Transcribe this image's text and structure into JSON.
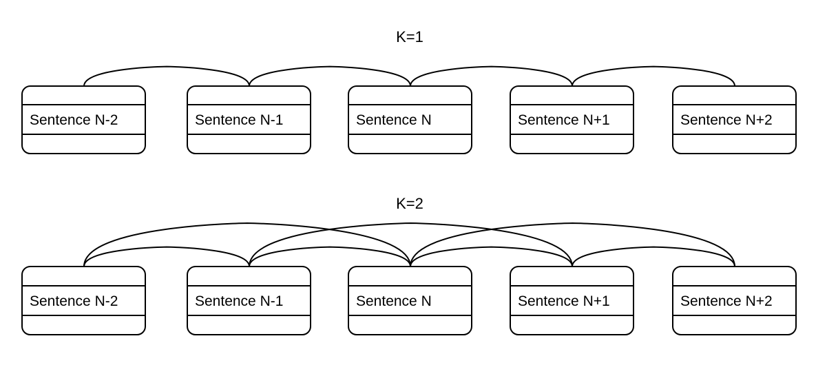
{
  "panels": [
    {
      "title": "K=1",
      "sentences": [
        "Sentence N-2",
        "Sentence N-1",
        "Sentence N",
        "Sentence N+1",
        "Sentence N+2"
      ],
      "links": [
        [
          0,
          1
        ],
        [
          1,
          2
        ],
        [
          2,
          3
        ],
        [
          3,
          4
        ]
      ]
    },
    {
      "title": "K=2",
      "sentences": [
        "Sentence N-2",
        "Sentence N-1",
        "Sentence N",
        "Sentence N+1",
        "Sentence N+2"
      ],
      "links": [
        [
          0,
          1
        ],
        [
          1,
          2
        ],
        [
          2,
          3
        ],
        [
          3,
          4
        ],
        [
          0,
          2
        ],
        [
          1,
          3
        ],
        [
          2,
          4
        ]
      ]
    }
  ]
}
